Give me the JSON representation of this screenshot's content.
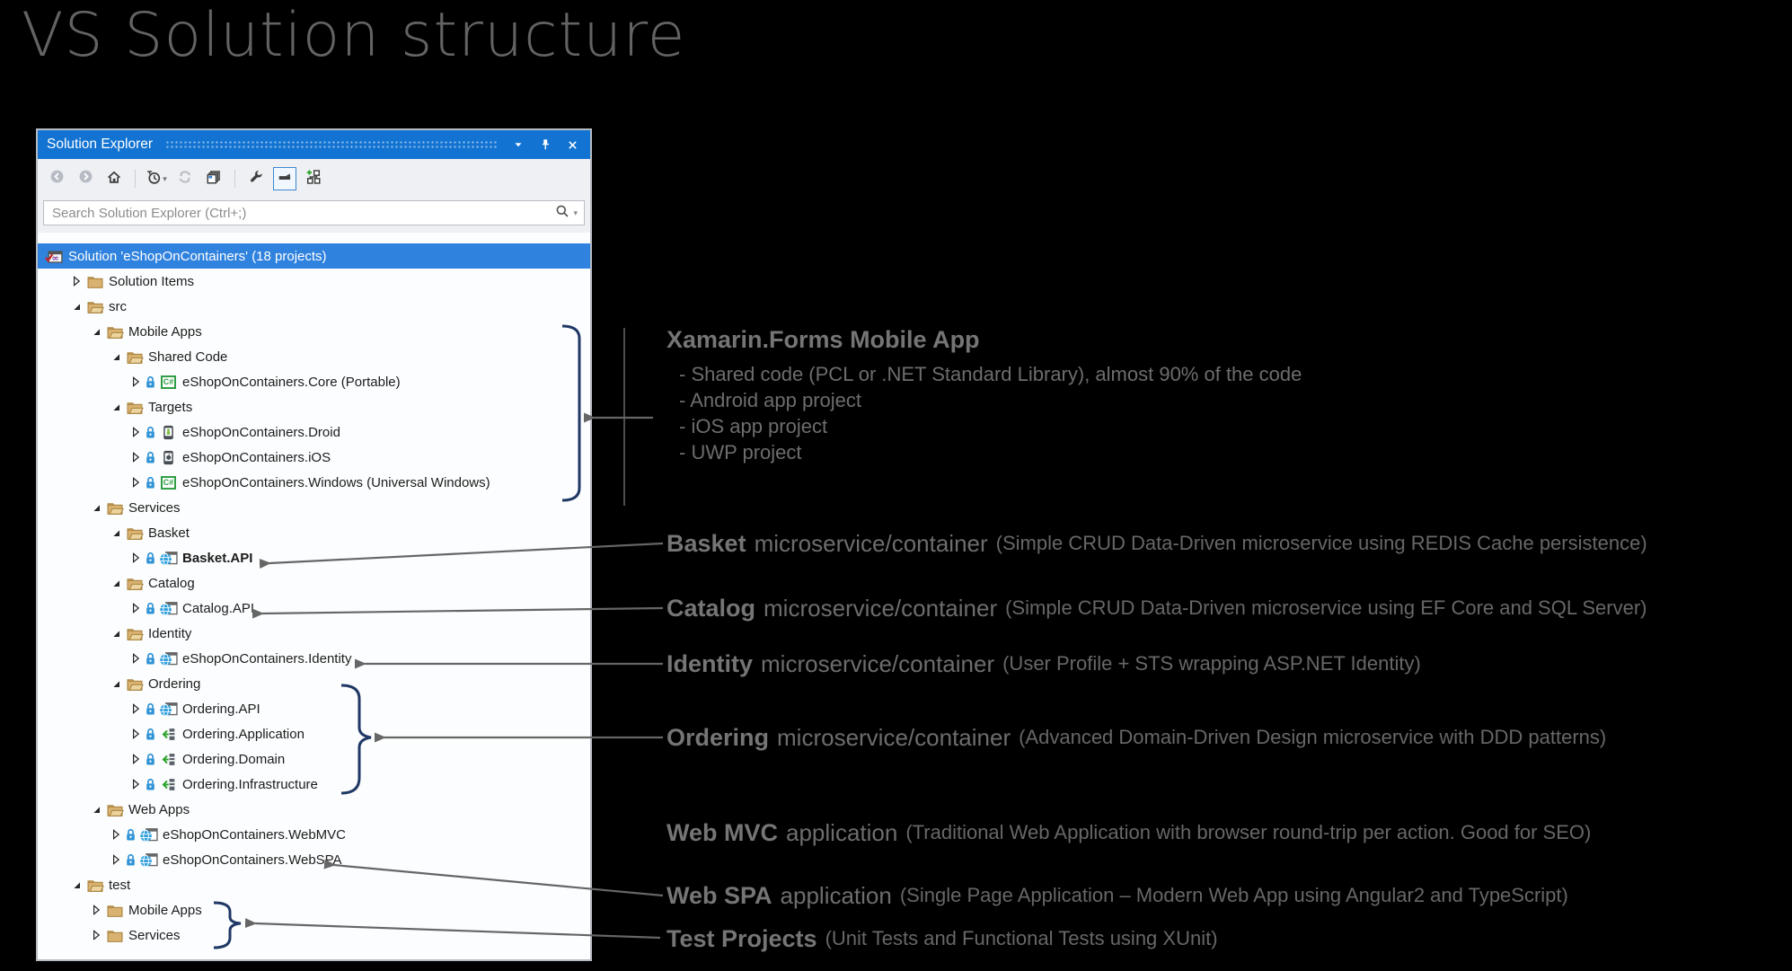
{
  "page_title": "VS Solution structure",
  "colors": {
    "titlebar_blue": "#1273d2",
    "selection_blue": "#2f82de",
    "folder_tan": "#d9b271",
    "brace_navy": "#1f3865",
    "arrow_gray": "#666666",
    "annotation_gray": "#6d6d6d"
  },
  "icons": {
    "titlebar": [
      "caret-down-icon",
      "pin-icon",
      "close-icon"
    ],
    "search": [
      "search-icon",
      "caret-down-icon"
    ],
    "tree": [
      "chevron-collapsed-icon",
      "chevron-expanded-icon",
      "solution-icon",
      "folder-open-icon",
      "folder-closed-icon",
      "lock-icon",
      "csharp-project-icon",
      "android-project-icon",
      "ios-project-icon",
      "web-project-icon",
      "classlib-project-icon"
    ]
  },
  "solution_explorer": {
    "title": "Solution Explorer",
    "toolbar": [
      {
        "name": "back",
        "icon": "back",
        "disabled": true
      },
      {
        "name": "forward",
        "icon": "forward",
        "disabled": true
      },
      {
        "name": "home",
        "icon": "home"
      },
      {
        "separator": true
      },
      {
        "name": "pending-changes-filter",
        "icon": "history",
        "caret": true
      },
      {
        "name": "sync-with-active-document",
        "icon": "sync",
        "disabled": true
      },
      {
        "name": "show-all-files",
        "icon": "stack"
      },
      {
        "separator": true
      },
      {
        "name": "properties",
        "icon": "wrench"
      },
      {
        "name": "preview-selected-items",
        "icon": "collapse",
        "selected": true
      },
      {
        "name": "new-solution-explorer-view",
        "icon": "switch-view"
      }
    ],
    "search": {
      "placeholder": "Search Solution Explorer (Ctrl+;)"
    },
    "tree": [
      {
        "label": "Solution 'eShopOnContainers' (18 projects)",
        "level": 0,
        "icon": "solution",
        "selected": true
      },
      {
        "label": "Solution Items",
        "level": 1,
        "expand": "collapsed",
        "icon": "folder-closed"
      },
      {
        "label": "src",
        "level": 1,
        "expand": "expanded",
        "icon": "folder-open"
      },
      {
        "label": "Mobile Apps",
        "level": 2,
        "expand": "expanded",
        "icon": "folder-open"
      },
      {
        "label": "Shared Code",
        "level": 3,
        "expand": "expanded",
        "icon": "folder-open"
      },
      {
        "label": "eShopOnContainers.Core (Portable)",
        "level": 4,
        "expand": "collapsed",
        "lock": true,
        "icon": "csharp"
      },
      {
        "label": "Targets",
        "level": 3,
        "expand": "expanded",
        "icon": "folder-open"
      },
      {
        "label": "eShopOnContainers.Droid",
        "level": 4,
        "expand": "collapsed",
        "lock": true,
        "icon": "droid"
      },
      {
        "label": "eShopOnContainers.iOS",
        "level": 4,
        "expand": "collapsed",
        "lock": true,
        "icon": "ios"
      },
      {
        "label": "eShopOnContainers.Windows (Universal Windows)",
        "level": 4,
        "expand": "collapsed",
        "lock": true,
        "icon": "csharp"
      },
      {
        "label": "Services",
        "level": 2,
        "expand": "expanded",
        "icon": "folder-open"
      },
      {
        "label": "Basket",
        "level": 3,
        "expand": "expanded",
        "icon": "folder-open"
      },
      {
        "label": "Basket.API",
        "level": 4,
        "expand": "collapsed",
        "lock": true,
        "icon": "web",
        "bold": true
      },
      {
        "label": "Catalog",
        "level": 3,
        "expand": "expanded",
        "icon": "folder-open"
      },
      {
        "label": "Catalog.API",
        "level": 4,
        "expand": "collapsed",
        "lock": true,
        "icon": "web"
      },
      {
        "label": "Identity",
        "level": 3,
        "expand": "expanded",
        "icon": "folder-open"
      },
      {
        "label": "eShopOnContainers.Identity",
        "level": 4,
        "expand": "collapsed",
        "lock": true,
        "icon": "web"
      },
      {
        "label": "Ordering",
        "level": 3,
        "expand": "expanded",
        "icon": "folder-open"
      },
      {
        "label": "Ordering.API",
        "level": 4,
        "expand": "collapsed",
        "lock": true,
        "icon": "web"
      },
      {
        "label": "Ordering.Application",
        "level": 4,
        "expand": "collapsed",
        "lock": true,
        "icon": "classlib"
      },
      {
        "label": "Ordering.Domain",
        "level": 4,
        "expand": "collapsed",
        "lock": true,
        "icon": "classlib"
      },
      {
        "label": "Ordering.Infrastructure",
        "level": 4,
        "expand": "collapsed",
        "lock": true,
        "icon": "classlib"
      },
      {
        "label": "Web Apps",
        "level": 2,
        "expand": "expanded",
        "icon": "folder-open"
      },
      {
        "label": "eShopOnContainers.WebMVC",
        "level": 3,
        "expand": "collapsed",
        "lock": true,
        "icon": "web"
      },
      {
        "label": "eShopOnContainers.WebSPA",
        "level": 3,
        "expand": "collapsed",
        "lock": true,
        "icon": "web"
      },
      {
        "label": "test",
        "level": 1,
        "expand": "expanded",
        "icon": "folder-open"
      },
      {
        "label": "Mobile Apps",
        "level": 2,
        "expand": "collapsed",
        "icon": "folder-closed"
      },
      {
        "label": "Services",
        "level": 2,
        "expand": "collapsed",
        "icon": "folder-closed"
      }
    ]
  },
  "annotations": {
    "xamarin": {
      "heading": "Xamarin.Forms Mobile App",
      "bullets": [
        "- Shared code (PCL or .NET Standard Library), almost 90% of the code",
        "- Android app project",
        "- iOS app project",
        "- UWP project"
      ]
    },
    "callouts": [
      {
        "id": "basket",
        "head": "Basket",
        "mid": "microservice/container",
        "paren": "(Simple CRUD Data-Driven microservice using REDIS Cache persistence)"
      },
      {
        "id": "catalog",
        "head": "Catalog",
        "mid": "microservice/container",
        "paren": "(Simple CRUD Data-Driven microservice using EF Core and SQL Server)"
      },
      {
        "id": "identity",
        "head": "Identity",
        "mid": "microservice/container",
        "paren": "(User Profile + STS wrapping ASP.NET Identity)"
      },
      {
        "id": "ordering",
        "head": "Ordering",
        "mid": "microservice/container",
        "paren": "(Advanced Domain-Driven Design microservice with DDD patterns)"
      },
      {
        "id": "webmvc",
        "head": "Web MVC",
        "mid": "application",
        "paren": "(Traditional Web Application with browser round-trip per action. Good for SEO)"
      },
      {
        "id": "webspa",
        "head": "Web SPA",
        "mid": "application",
        "paren": "(Single Page Application – Modern Web App using Angular2 and TypeScript)"
      },
      {
        "id": "test",
        "head": "Test Projects",
        "mid": "",
        "paren": "(Unit Tests and Functional Tests using XUnit)"
      }
    ]
  }
}
